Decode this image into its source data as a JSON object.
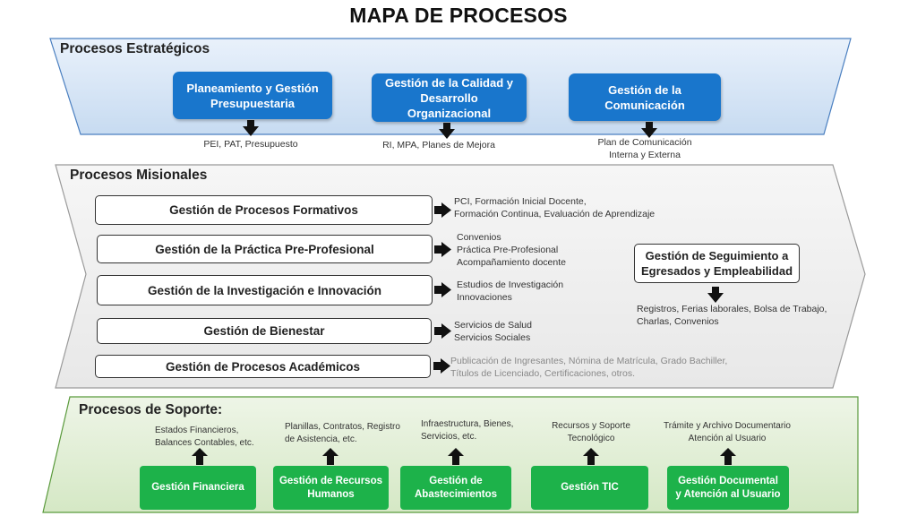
{
  "title": "MAPA DE PROCESOS",
  "strategic": {
    "label": "Procesos Estratégicos",
    "boxes": [
      {
        "label": "Planeamiento y Gestión Presupuestaria",
        "output": "PEI, PAT, Presupuesto"
      },
      {
        "label": "Gestión de la Calidad y Desarrollo Organizacional",
        "output": "RI, MPA, Planes de Mejora"
      },
      {
        "label": "Gestión de la Comunicación",
        "output": "Plan de Comunicación\nInterna y Externa"
      }
    ]
  },
  "missional": {
    "label": "Procesos Misionales",
    "boxes": [
      {
        "label": "Gestión de Procesos Formativos",
        "output": "PCI, Formación Inicial Docente,\nFormación Continua, Evaluación de Aprendizaje"
      },
      {
        "label": "Gestión de la Práctica Pre-Profesional",
        "output": "Convenios\nPráctica Pre-Profesional\nAcompañamiento docente"
      },
      {
        "label": "Gestión de la Investigación e Innovación",
        "output": "Estudios de Investigación\nInnovaciones"
      },
      {
        "label": "Gestión de Bienestar",
        "output": "Servicios de Salud\nServicios Sociales"
      },
      {
        "label": "Gestión de Procesos Académicos",
        "output": "Publicación de Ingresantes, Nómina de Matrícula, Grado Bachiller,\nTítulos de Licenciado, Certificaciones, otros."
      }
    ],
    "followup": {
      "label": "Gestión de Seguimiento a\nEgresados y Empleabilidad",
      "output": "Registros, Ferias laborales, Bolsa de Trabajo,\nCharlas, Convenios"
    }
  },
  "support": {
    "label": "Procesos de Soporte:",
    "boxes": [
      {
        "label": "Gestión Financiera",
        "input": "Estados Financieros,\nBalances Contables, etc."
      },
      {
        "label": "Gestión de Recursos\nHumanos",
        "input": "Planillas, Contratos, Registro\nde Asistencia, etc."
      },
      {
        "label": "Gestión de\nAbastecimientos",
        "input": "Infraestructura, Bienes,\nServicios, etc."
      },
      {
        "label": "Gestión TIC",
        "input": "Recursos y Soporte\nTecnológico"
      },
      {
        "label": "Gestión Documental\ny Atención al Usuario",
        "input": "Trámite y Archivo Documentario\nAtención al Usuario"
      }
    ]
  },
  "colors": {
    "strategic_band": "#dce8f6",
    "missional_band": "#f0f0f0",
    "support_band": "#e3efd8",
    "blue_box": "#1976cc",
    "green_box": "#1db24a"
  }
}
